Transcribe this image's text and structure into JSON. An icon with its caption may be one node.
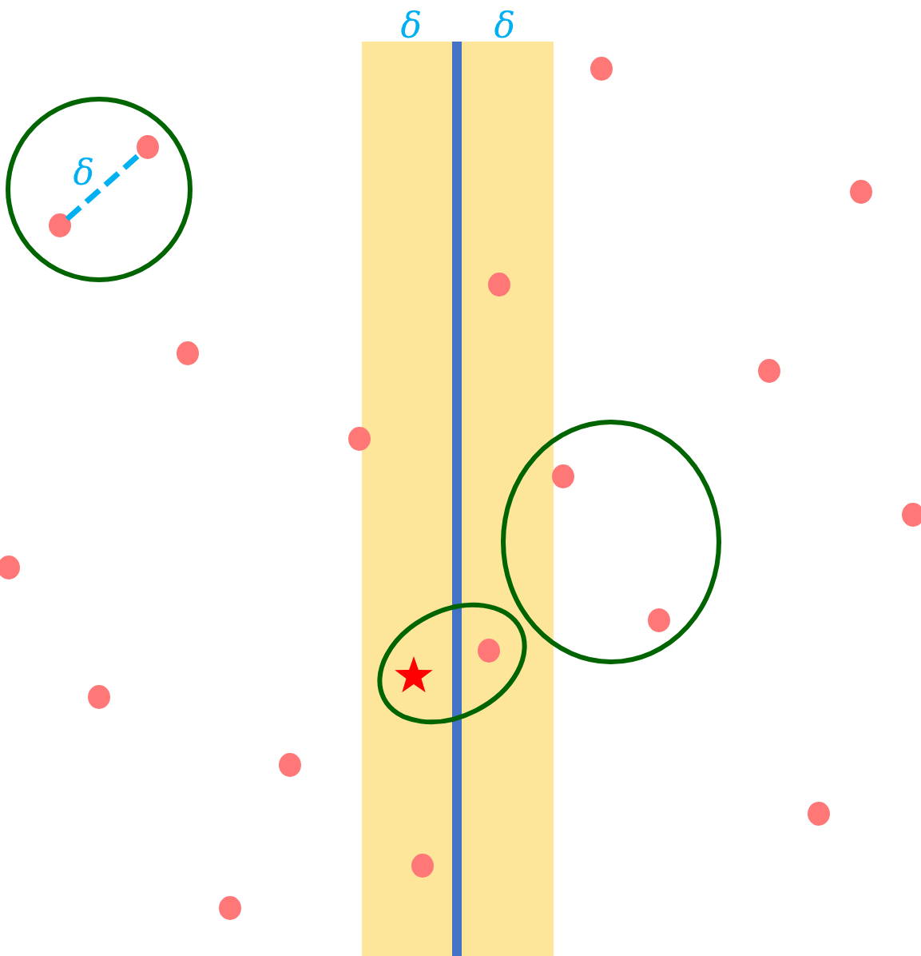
{
  "diagram": {
    "labels": [
      "δ",
      "δ",
      "δ"
    ]
  }
}
